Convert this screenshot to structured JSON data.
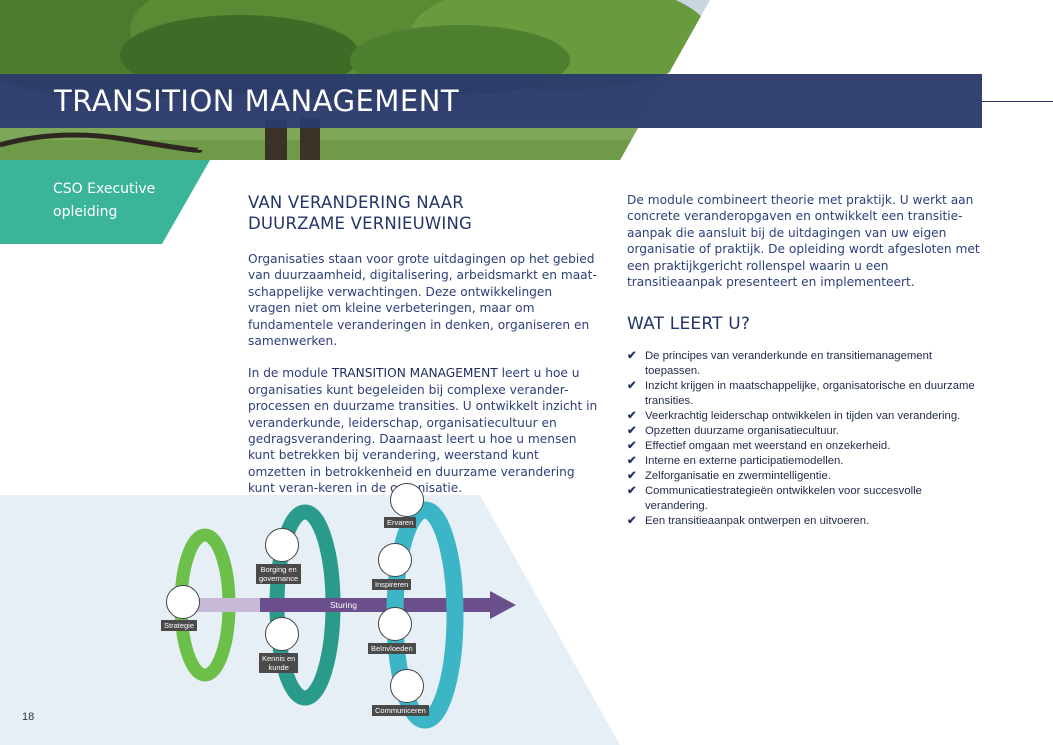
{
  "header": {
    "title": "TRANSITION MANAGEMENT"
  },
  "tag": {
    "line1": "CSO Executive",
    "line2": "opleiding"
  },
  "left": {
    "heading_line1": "VAN VERANDERING NAAR",
    "heading_line2": "DUURZAME VERNIEUWING",
    "p1": "Organisaties staan voor grote uitdagingen op het gebied van duurzaamheid, digitalisering, arbeidsmarkt en maat-schappelijke verwachtingen. Deze ontwikkelingen vragen niet om kleine verbeteringen, maar om fundamentele veranderingen in denken, organiseren en samenwerken.",
    "p2_before": "In de module ",
    "p2_strong": "TRANSITION MANAGEMENT",
    "p2_after": " leert u hoe u organisaties kunt begeleiden bij complexe verander-processen en duurzame transities. U ontwikkelt inzicht in veranderkunde, leiderschap, organisatiecultuur en gedragsverandering. Daarnaast leert u hoe u mensen kunt betrekken bij verandering, weerstand kunt omzetten in betrokkenheid en duurzame verandering kunt veran-keren in de organisatie."
  },
  "right": {
    "intro": "De module combineert theorie met praktijk. U werkt aan concrete veranderopgaven en ontwikkelt een transitie-aanpak die aansluit bij de uitdagingen van uw eigen organisatie of praktijk. De opleiding wordt afgesloten met een praktijkgericht rollenspel waarin u een transitieaanpak presenteert en implementeert.",
    "heading": "WAT LEERT U?",
    "items": [
      "De principes van veranderkunde en transitiemanagement toepassen.",
      "Inzicht krijgen in maatschappelijke, organisatorische en duurzame transities.",
      "Veerkrachtig leiderschap ontwikkelen in tijden van verandering.",
      "Opzetten duurzame organisatiecultuur.",
      "Effectief omgaan met weerstand en onzekerheid.",
      "Interne en externe participatiemodellen.",
      "Zelforganisatie en zwermintelligentie.",
      "Communicatiestrategieën ontwikkelen voor succesvolle verandering.",
      "Een transitieaanpak ontwerpen en uitvoeren."
    ]
  },
  "diagram": {
    "arrow_label": "Sturing",
    "labels": {
      "strategie": "Strategie",
      "borging1": "Borging en",
      "borging2": "governance",
      "kennis1": "Kennis en",
      "kennis2": "kunde",
      "ervaren": "Ervaren",
      "inspireren": "Inspireren",
      "beinvloeden": "Beïnvloeden",
      "communiceren": "Communiceren"
    }
  },
  "footer": {
    "page_number": "18"
  },
  "colors": {
    "navy": "#2b3a6b",
    "teal": "#3bb59a",
    "green": "#6cc04a",
    "dark_teal": "#2a9a8a",
    "cyan": "#3cb6c6",
    "purple": "#6b4e8c"
  }
}
